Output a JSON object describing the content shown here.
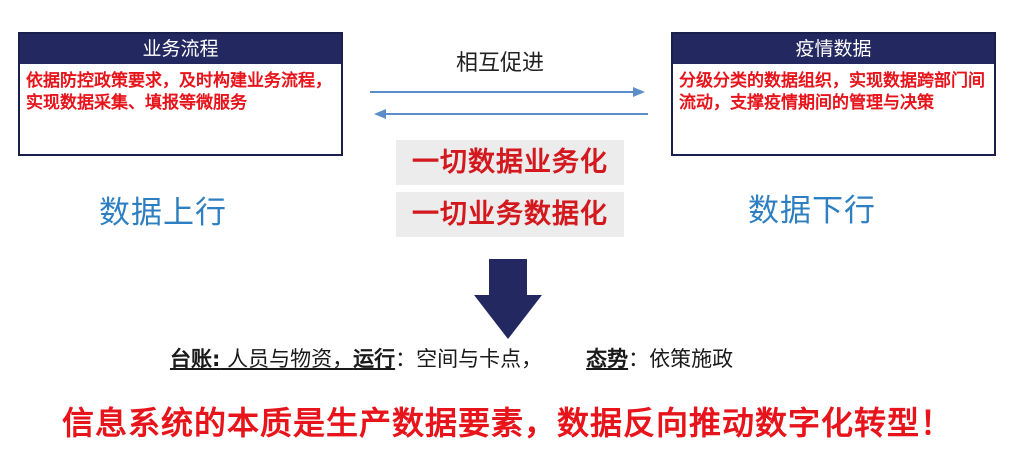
{
  "left_box": {
    "title": "业务流程",
    "body": "依据防控政策要求，及时构建业务流程，实现数据采集、填报等微服务"
  },
  "right_box": {
    "title": "疫情数据",
    "body": "分级分类的数据组织，实现数据跨部门间流动，支撑疫情期间的管理与决策"
  },
  "mutual": "相互促进",
  "left_label": "数据上行",
  "right_label": "数据下行",
  "slogans": [
    "一切数据业务化",
    "一切业务数据化"
  ],
  "info": {
    "k1": "台账:",
    "v1": " 人员与物资，",
    "k2": "运行",
    "v2": "：空间与卡点，",
    "k3": "态势",
    "v3": "：依策施政"
  },
  "bottom": "信息系统的本质是生产数据要素，数据反向推动数字化转型！",
  "colors": {
    "header_bg": "#232860",
    "red": "#e8141b",
    "blue_label": "#2d7fc1",
    "arrow_blue": "#5b8ec9",
    "big_arrow": "#232860"
  }
}
